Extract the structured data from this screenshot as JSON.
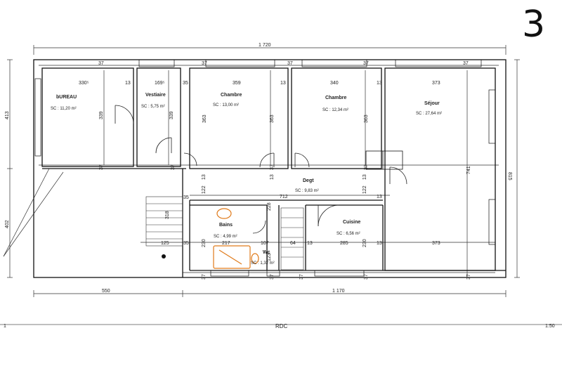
{
  "sheet_number": "3",
  "level_label": "RDC",
  "page_number": "1",
  "scale": "1:50",
  "overall": {
    "top": "1 720",
    "bottom_left": "550",
    "bottom_right": "1 170",
    "right": "815",
    "left_top": "413",
    "left_bottom": "402"
  },
  "rooms": [
    {
      "name": "bUREAU",
      "area": "SC : 11,20 m²"
    },
    {
      "name": "Vestiaire",
      "area": "SC : 5,75 m²"
    },
    {
      "name": "Chambre",
      "area": "SC : 13,00 m²"
    },
    {
      "name": "Chambre",
      "area": "SC : 12,34 m²"
    },
    {
      "name": "Séjour",
      "area": "SC : 27,64 m²"
    },
    {
      "name": "Degt",
      "area": "SC : 9,83 m²"
    },
    {
      "name": "Bains",
      "area": "SC : 4,99 m²"
    },
    {
      "name": "Wc",
      "area": "SC : 1,32 m²"
    },
    {
      "name": "Cuisine",
      "area": "SC : 6,56 m²"
    }
  ],
  "dims": [
    "37",
    "330⁵",
    "13",
    "169⁵",
    "35",
    "37",
    "359",
    "13",
    "37",
    "340",
    "13",
    "37",
    "373",
    "37",
    "339",
    "339",
    "363",
    "363",
    "363",
    "741",
    "37",
    "37",
    "37",
    "37",
    "13",
    "13",
    "122",
    "122",
    "13",
    "13",
    "712",
    "35",
    "228",
    "318",
    "125",
    "35",
    "230",
    "217",
    "107",
    "64",
    "13",
    "285",
    "230",
    "13",
    "373",
    "37",
    "37",
    "37",
    "37",
    "37",
    "123"
  ]
}
